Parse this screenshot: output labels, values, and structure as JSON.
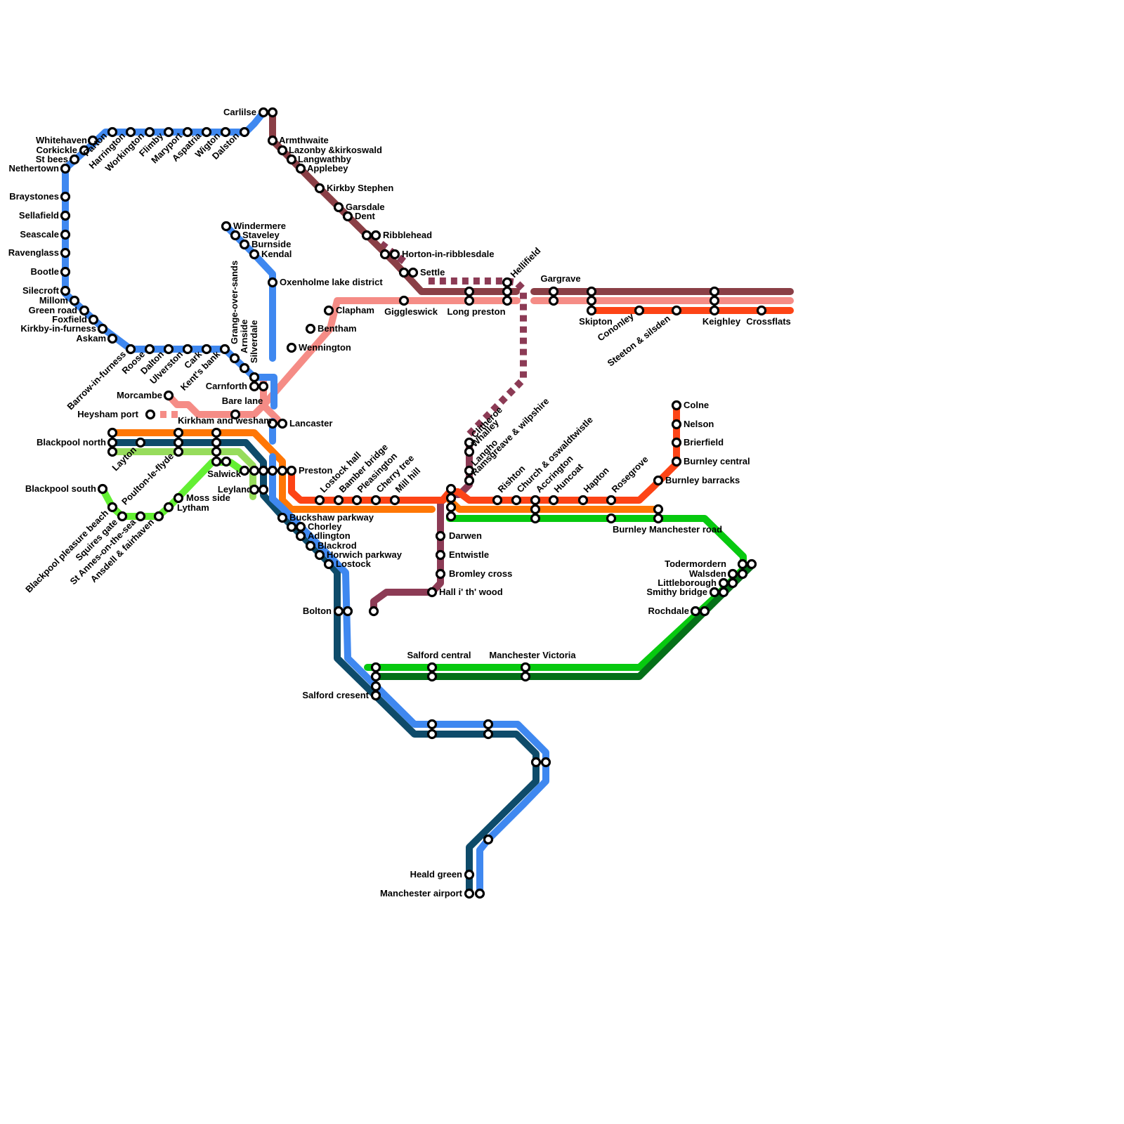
{
  "colors": {
    "background": "#ffffff",
    "cumbrian_coast_blue": "#3f88f0",
    "manchester_airport_teal": "#0e4b6a",
    "settle_carlisle_maroon": "#8a3f46",
    "bentham_line_pink": "#f58c86",
    "east_lancs_red": "#fd4416",
    "preston_orange": "#ff7706",
    "calder_valley_green": "#07c90f",
    "manchester_dark_green": "#057018",
    "blackpool_south_light_green": "#63ef33",
    "fylde_green": "#97dc5c",
    "clitheroe_purple": "#8c3b55",
    "station_fill": "#ffffff",
    "station_stroke": "#000000"
  },
  "routes": [
    {
      "id": "cumbrian-coast-line",
      "color": "#3f88f0",
      "dashed": false
    },
    {
      "id": "airport-blue-line",
      "color": "#3f88f0",
      "dashed": false
    },
    {
      "id": "airport-teal-line",
      "color": "#0e4b6a",
      "dashed": false
    },
    {
      "id": "settle-carlisle-line",
      "color": "#8a3f46",
      "dashed": false
    },
    {
      "id": "bentham-line",
      "color": "#f58c86",
      "dashed": false
    },
    {
      "id": "east-lancashire-line",
      "color": "#fd4416",
      "dashed": false
    },
    {
      "id": "preston-colne-orange-line",
      "color": "#ff7706",
      "dashed": false
    },
    {
      "id": "calder-valley-line",
      "color": "#07c90f",
      "dashed": false
    },
    {
      "id": "manchester-rochdale-line",
      "color": "#057018",
      "dashed": false
    },
    {
      "id": "blackpool-south-line",
      "color": "#63ef33",
      "dashed": false
    },
    {
      "id": "fylde-line",
      "color": "#97dc5c",
      "dashed": false
    },
    {
      "id": "clitheroe-line",
      "color": "#8c3b55",
      "dashed": false
    },
    {
      "id": "ribble-valley-dashed-line",
      "color": "#8c3b55",
      "dashed": true
    },
    {
      "id": "heysham-dashed-line",
      "color": "#f58c86",
      "dashed": true
    }
  ],
  "stations": [
    {
      "name": "Carlilse"
    },
    {
      "name": "Armthwaite"
    },
    {
      "name": "Lazonby &kirkoswald"
    },
    {
      "name": "Langwathby"
    },
    {
      "name": "Applebey"
    },
    {
      "name": "Kirkby Stephen"
    },
    {
      "name": "Garsdale"
    },
    {
      "name": "Dent"
    },
    {
      "name": "Ribblehead"
    },
    {
      "name": "Horton-in-ribblesdale"
    },
    {
      "name": "Settle"
    },
    {
      "name": "Hellifield"
    },
    {
      "name": "Gargrave"
    },
    {
      "name": "Skipton"
    },
    {
      "name": "Cononley"
    },
    {
      "name": "Steeton & silsden"
    },
    {
      "name": "Keighley"
    },
    {
      "name": "Crossflats"
    },
    {
      "name": "Giggleswick"
    },
    {
      "name": "Long preston"
    },
    {
      "name": "Clapham"
    },
    {
      "name": "Bentham"
    },
    {
      "name": "Wennington"
    },
    {
      "name": "Whitehaven"
    },
    {
      "name": "Corkickle"
    },
    {
      "name": "St bees"
    },
    {
      "name": "Nethertown"
    },
    {
      "name": "Braystones"
    },
    {
      "name": "Sellafield"
    },
    {
      "name": "Seascale"
    },
    {
      "name": "Ravenglass"
    },
    {
      "name": "Bootle"
    },
    {
      "name": "Silecroft"
    },
    {
      "name": "Millom"
    },
    {
      "name": "Green road"
    },
    {
      "name": "Foxfield"
    },
    {
      "name": "Kirkby-in-furness"
    },
    {
      "name": "Askam"
    },
    {
      "name": "Parton"
    },
    {
      "name": "Harrington"
    },
    {
      "name": "Workington"
    },
    {
      "name": "Flimby"
    },
    {
      "name": "Maryport"
    },
    {
      "name": "Aspatria"
    },
    {
      "name": "Wigton"
    },
    {
      "name": "Dalston"
    },
    {
      "name": "Barrow-in-furness"
    },
    {
      "name": "Roose"
    },
    {
      "name": "Dalton"
    },
    {
      "name": "Ulverston"
    },
    {
      "name": "Cark"
    },
    {
      "name": "Kent's bank"
    },
    {
      "name": "Grange-over-sands"
    },
    {
      "name": "Arnside"
    },
    {
      "name": "Silverdale"
    },
    {
      "name": "Windermere"
    },
    {
      "name": "Staveley"
    },
    {
      "name": "Burnside"
    },
    {
      "name": "Kendal"
    },
    {
      "name": "Oxenholme lake district"
    },
    {
      "name": "Carnforth"
    },
    {
      "name": "Bare lane"
    },
    {
      "name": "Morcambe"
    },
    {
      "name": "Heysham port"
    },
    {
      "name": "Lancaster"
    },
    {
      "name": "Kirkham and wesham"
    },
    {
      "name": "Blackpool north"
    },
    {
      "name": "Layton"
    },
    {
      "name": "Poulton-le-flyde"
    },
    {
      "name": "Salwick"
    },
    {
      "name": "Preston"
    },
    {
      "name": "Leyland"
    },
    {
      "name": "Blackpool south"
    },
    {
      "name": "Blackpool pleasure beach"
    },
    {
      "name": "Squires gate"
    },
    {
      "name": "St Annes-on-the-sea"
    },
    {
      "name": "Ansdell & fairhaven"
    },
    {
      "name": "Lytham"
    },
    {
      "name": "Moss side"
    },
    {
      "name": "Buckshaw parkway"
    },
    {
      "name": "Chorley"
    },
    {
      "name": "Adlington"
    },
    {
      "name": "Blackrod"
    },
    {
      "name": "Horwich parkway"
    },
    {
      "name": "Lostock"
    },
    {
      "name": "Bolton"
    },
    {
      "name": "Lostock hall"
    },
    {
      "name": "Bamber bridge"
    },
    {
      "name": "Pleasington"
    },
    {
      "name": "Cherry tree"
    },
    {
      "name": "Mill hill"
    },
    {
      "name": "Clitheroe"
    },
    {
      "name": "Whalley"
    },
    {
      "name": "Langho"
    },
    {
      "name": "Ramsgreave & wilpshire"
    },
    {
      "name": "Rishton"
    },
    {
      "name": "Church & oswaldtwistle"
    },
    {
      "name": "Accrington"
    },
    {
      "name": "Huncoat"
    },
    {
      "name": "Hapton"
    },
    {
      "name": "Rosegrove"
    },
    {
      "name": "Burnley barracks"
    },
    {
      "name": "Burnley central"
    },
    {
      "name": "Brierfield"
    },
    {
      "name": "Nelson"
    },
    {
      "name": "Colne"
    },
    {
      "name": "Burnley Manchester road"
    },
    {
      "name": "Darwen"
    },
    {
      "name": "Entwistle"
    },
    {
      "name": "Bromley cross"
    },
    {
      "name": "Hall i' th' wood"
    },
    {
      "name": "Todermordern"
    },
    {
      "name": "Walsden"
    },
    {
      "name": "Littleborough"
    },
    {
      "name": "Smithy bridge"
    },
    {
      "name": "Rochdale"
    },
    {
      "name": "Salford central"
    },
    {
      "name": "Manchester Victoria"
    },
    {
      "name": "Salford cresent"
    },
    {
      "name": "Heald green"
    },
    {
      "name": "Manchester airport"
    }
  ]
}
